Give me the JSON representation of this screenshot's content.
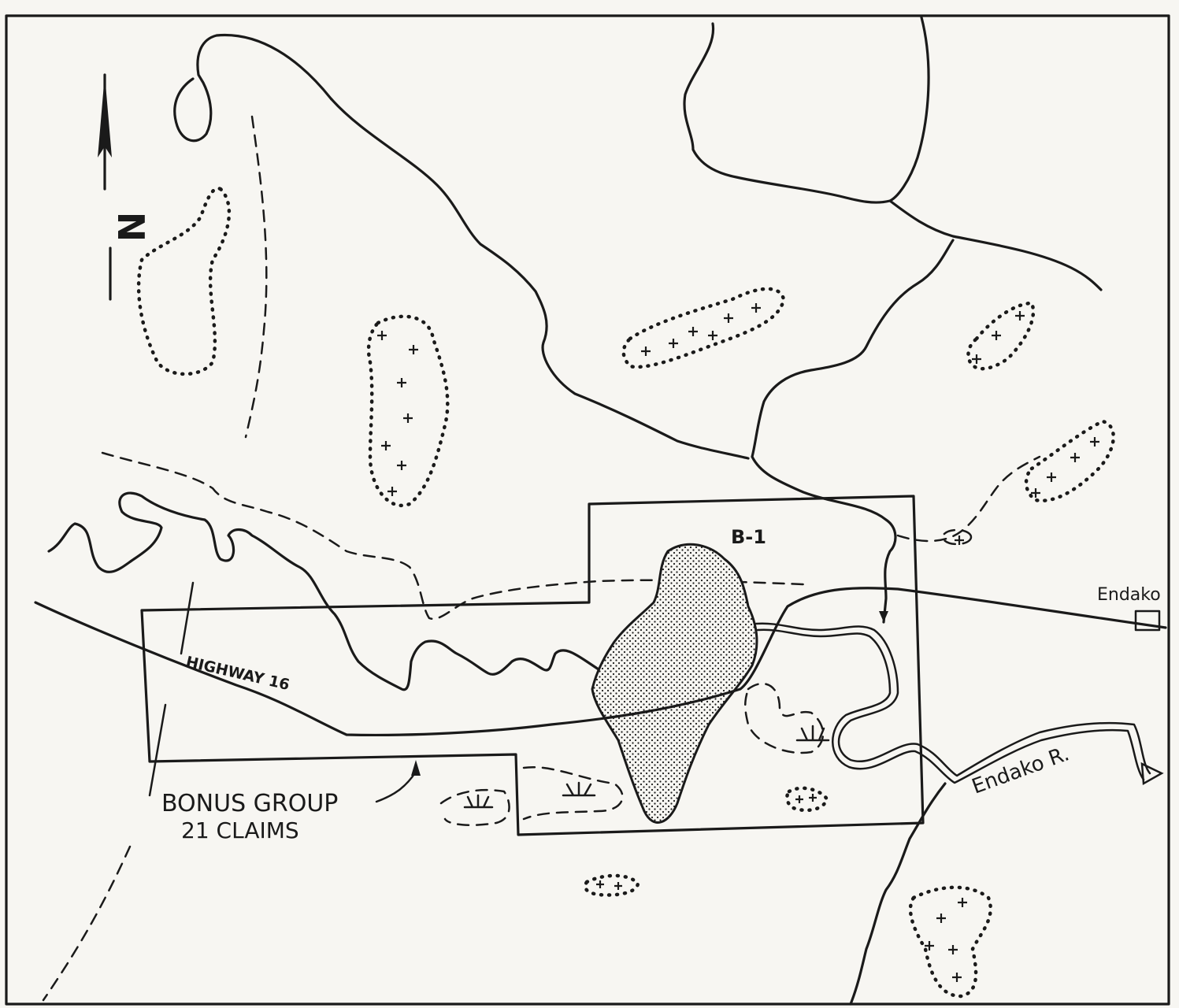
{
  "labels": {
    "claim_block": "B-1",
    "town": "Endako",
    "highway": "HIGHWAY 16",
    "river": "Endako R.",
    "group_line1": "BONUS GROUP",
    "group_line2": "21 CLAIMS",
    "north": "N"
  },
  "icons": {
    "north_arrow": "north-arrow-icon",
    "town_marker": "square-town-icon",
    "swamp": "swamp-symbol-icon",
    "outcrop": "outcrop-cross-icon"
  },
  "colors": {
    "ink": "#1a1a1a",
    "paper": "#f7f6f2",
    "ore_fill": "#bdbdb6"
  }
}
